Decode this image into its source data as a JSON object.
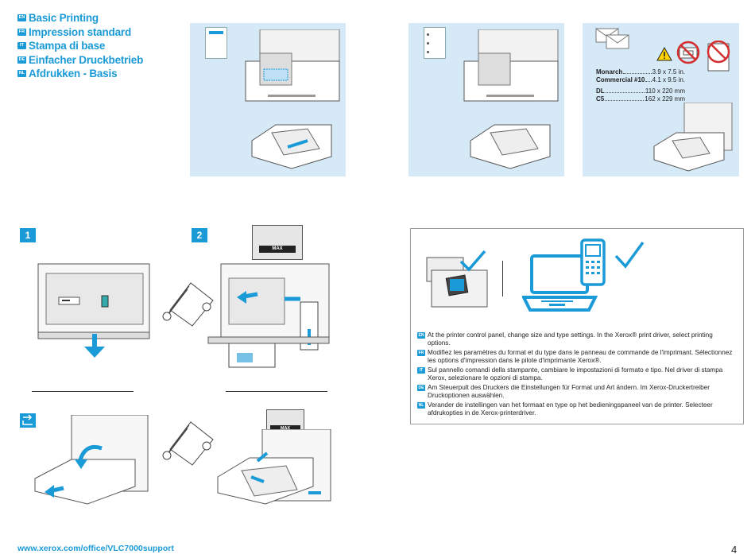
{
  "titles": [
    {
      "lang": "EN",
      "text": "Basic Printing"
    },
    {
      "lang": "FR",
      "text": "Impression standard"
    },
    {
      "lang": "IT",
      "text": "Stampa di base"
    },
    {
      "lang": "DE",
      "text": "Einfacher Druckbetrieb"
    },
    {
      "lang": "NL",
      "text": "Afdrukken - Basis"
    }
  ],
  "envelopes": [
    {
      "name": "Monarch",
      "size": "3.9 x 7.5 in."
    },
    {
      "name": "Commercial #10",
      "size": "4.1 x 9.5 in."
    },
    {
      "name": "DL",
      "size": "110 x 220 mm"
    },
    {
      "name": "C5",
      "size": "162 x 229 mm"
    }
  ],
  "steps": [
    {
      "label": "1"
    },
    {
      "label": "2"
    }
  ],
  "max_label": "MAX",
  "instructions": [
    {
      "lang": "EN",
      "text": "At the printer control panel, change size and type settings. In the Xerox® print driver, select printing options."
    },
    {
      "lang": "FR",
      "text": "Modifiez les paramètres du format et du type dans le panneau de commande de l'imprimant. Sélectionnez les options d'impression dans le pilote d'imprimante Xerox®."
    },
    {
      "lang": "IT",
      "text": "Sul pannello comandi della stampante, cambiare le impostazioni di formato e tipo. Nel driver di stampa Xerox, selezionare le opzioni di stampa."
    },
    {
      "lang": "DE",
      "text": "Am Steuerpult des Druckers die Einstellungen für Format und Art ändern. Im Xerox-Druckertreiber Druckoptionen auswählen."
    },
    {
      "lang": "NL",
      "text": "Verander de instellingen van het formaat en type op het bedieningspaneel van de printer. Selecteer afdrukopties in de Xerox-printerdriver."
    }
  ],
  "footer": {
    "url": "www.xerox.com/office/VLC7000support",
    "page": "4"
  },
  "colors": {
    "accent": "#1a9ad6",
    "panel": "#d6e9f7",
    "prohibit": "#d32f2f"
  }
}
